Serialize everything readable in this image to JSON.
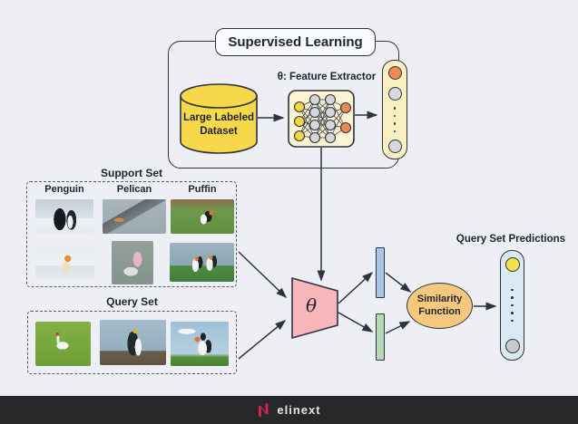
{
  "colors": {
    "background": "#edeff4",
    "outline": "#2d3340",
    "dataset_fill": "#f8d84b",
    "nn_box_fill": "#fcf3d3",
    "node_input": "#f6d544",
    "node_hidden": "#d5d6db",
    "node_output": "#ef8a4e",
    "embedding_fill": "#fbf0c2",
    "encoder_fill": "#f7b6ba",
    "support_embedding_bar": "#a9c7e8",
    "query_embedding_bar": "#b5d9b2",
    "similarity_fill": "#f6c87d",
    "predictions_fill": "#dbe9f3",
    "prediction_top_cell": "#f4e04a",
    "prediction_bottom_cell": "#c8c9cb",
    "footer_bg": "#272829",
    "brand_red": "#d6294a"
  },
  "supervised": {
    "title": "Supervised Learning",
    "dataset_label": "Large Labeled\nDataset",
    "extractor_label": "θ: Feature Extractor"
  },
  "support_set": {
    "title": "Support Set",
    "classes": [
      "Penguin",
      "Pelican",
      "Puffin"
    ],
    "images": [
      {
        "alt": "two penguins standing on ice"
      },
      {
        "alt": "pelican flying over water"
      },
      {
        "alt": "puffin standing on a grassy cliff"
      },
      {
        "alt": "penguin chick on snow"
      },
      {
        "alt": "pink pelican in water"
      },
      {
        "alt": "pair of puffins on grass"
      }
    ]
  },
  "query_set": {
    "title": "Query Set",
    "images": [
      {
        "alt": "white bird walking on grass"
      },
      {
        "alt": "king penguin portrait"
      },
      {
        "alt": "puffin against cloudy sky"
      }
    ]
  },
  "encoder": {
    "symbol": "θ"
  },
  "similarity": {
    "label": "Similarity\nFunction"
  },
  "predictions": {
    "title": "Query Set Predictions"
  },
  "footer": {
    "brand": "elinext"
  }
}
